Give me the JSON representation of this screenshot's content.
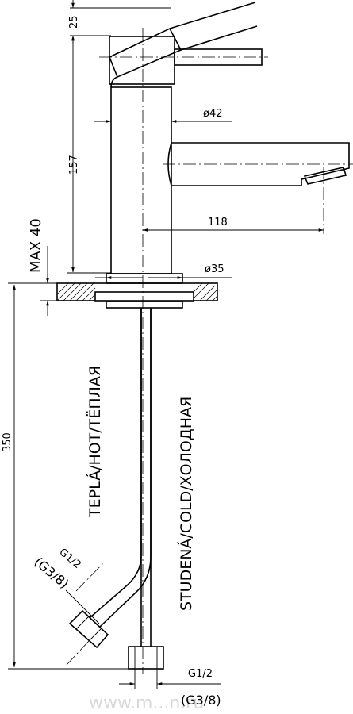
{
  "dimensions": {
    "top_height": "25",
    "body_height": "157",
    "body_diameter": "ø42",
    "spout_reach": "118",
    "max_thickness": "MAX  40",
    "base_diameter": "ø35",
    "hose_length": "350"
  },
  "connections": {
    "hot_thread": "G1/2",
    "hot_thread_alt": "(G3/8)",
    "cold_thread": "G1/2",
    "cold_thread_alt": "(G3/8)"
  },
  "labels": {
    "hot": "TEPLÁ/HOT/ТЁПЛАЯ",
    "cold": "STUDENÁ/COLD/ХОЛОДНАЯ"
  },
  "watermark": "www.m...n.ru"
}
